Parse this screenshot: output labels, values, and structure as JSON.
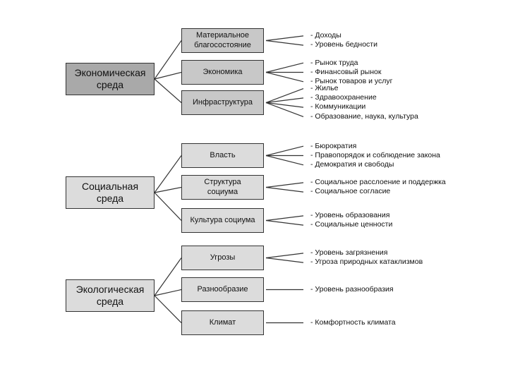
{
  "colors": {
    "economic_root": "#a9a9a9",
    "economic_sub": "#c8c8c8",
    "social_fill": "#dcdcdc",
    "ecology_fill": "#dcdcdc",
    "line": "#333333"
  },
  "groups": [
    {
      "label": "Экономическая\nсреда",
      "children": [
        {
          "label": "Материальное\nблагосостояние",
          "items": [
            "- Доходы",
            "- Уровень бедности"
          ]
        },
        {
          "label": "Экономика",
          "items": [
            "- Рынок труда",
            "- Финансовый рынок",
            "- Рынок товаров и услуг"
          ]
        },
        {
          "label": "Инфраструктура",
          "items": [
            "- Жилье",
            "- Здравоохранение",
            "- Коммуникации",
            "- Образование, наука, культура"
          ]
        }
      ]
    },
    {
      "label": "Социальная\nсреда",
      "children": [
        {
          "label": "Власть",
          "items": [
            "- Бюрократия",
            "- Правопорядок и соблюдение закона",
            "- Демократия и свободы"
          ]
        },
        {
          "label": "Структура\nсоциума",
          "items": [
            "- Социальное расслоение и поддержка",
            "- Социальное согласие"
          ]
        },
        {
          "label": "Культура социума",
          "items": [
            "- Уровень образования",
            "- Социальные ценности"
          ]
        }
      ]
    },
    {
      "label": "Экологическая\nсреда",
      "children": [
        {
          "label": "Угрозы",
          "items": [
            "- Уровень загрязнения",
            "- Угроза природных катаклизмов"
          ]
        },
        {
          "label": "Разнообразие",
          "items": [
            "- Уровень разнообразия"
          ]
        },
        {
          "label": "Климат",
          "items": [
            "- Комфортность климата"
          ]
        }
      ]
    }
  ]
}
